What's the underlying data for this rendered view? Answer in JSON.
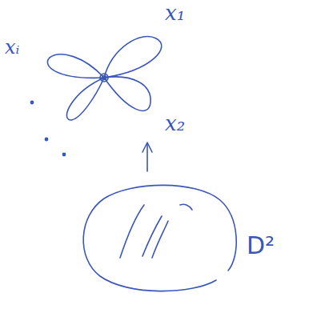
{
  "diagram": {
    "labels": [
      "x₁",
      "x₂",
      "xᵢ",
      "D²"
    ]
  }
}
